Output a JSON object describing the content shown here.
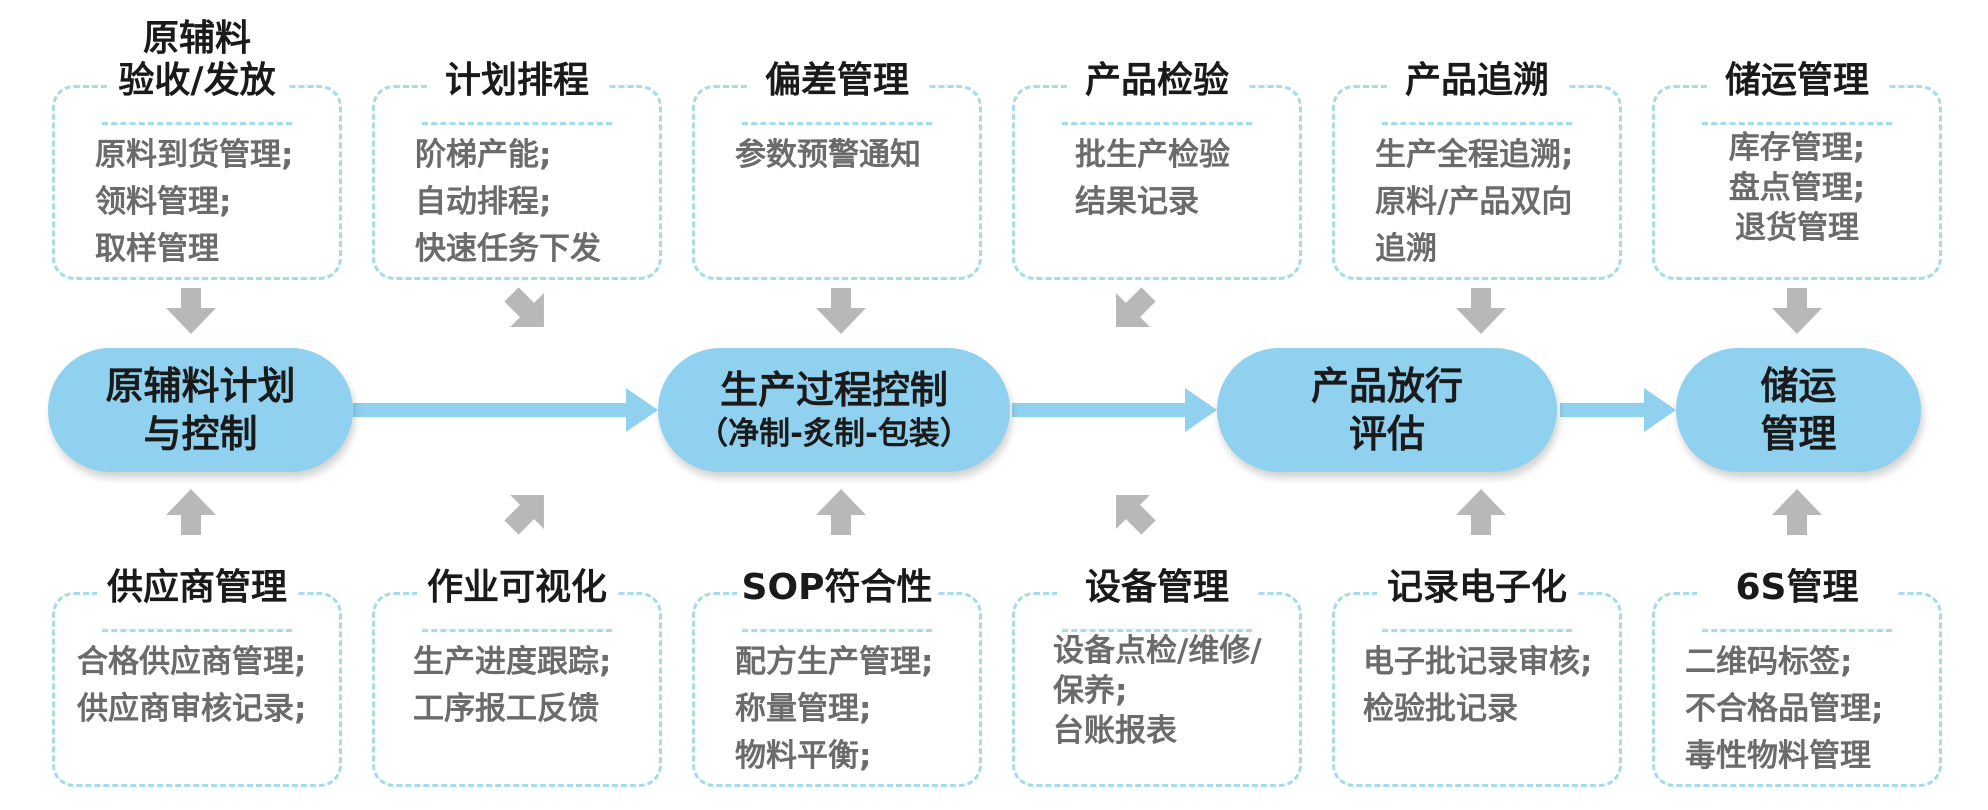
{
  "top_boxes": [
    {
      "title": [
        "原辅料",
        "验收/发放"
      ],
      "items": [
        "原料到货管理;",
        "领料管理;",
        "取样管理"
      ]
    },
    {
      "title": [
        "计划排程"
      ],
      "items": [
        "阶梯产能;",
        "自动排程;",
        "快速任务下发"
      ]
    },
    {
      "title": [
        "偏差管理"
      ],
      "items": [
        "参数预警通知"
      ]
    },
    {
      "title": [
        "产品检验"
      ],
      "items": [
        "批生产检验",
        "结果记录"
      ]
    },
    {
      "title": [
        "产品追溯"
      ],
      "items": [
        "生产全程追溯;",
        "原料/产品双向",
        "追溯"
      ]
    },
    {
      "title": [
        "储运管理"
      ],
      "items": [
        "库存管理;",
        "盘点管理;",
        "退货管理"
      ]
    }
  ],
  "bottom_boxes": [
    {
      "title": [
        "供应商管理"
      ],
      "items": [
        "合格供应商管理;",
        "供应商审核记录;"
      ]
    },
    {
      "title": [
        "作业可视化"
      ],
      "items": [
        "生产进度跟踪;",
        "工序报工反馈"
      ]
    },
    {
      "title": [
        "SOP符合性"
      ],
      "items": [
        "配方生产管理;",
        "称量管理;",
        "物料平衡;"
      ]
    },
    {
      "title": [
        "设备管理"
      ],
      "items": [
        "设备点检/维修/",
        "保养;",
        "台账报表"
      ]
    },
    {
      "title": [
        "记录电子化"
      ],
      "items": [
        "电子批记录审核;",
        "检验批记录"
      ]
    },
    {
      "title": [
        "6S管理"
      ],
      "items": [
        "二维码标签;",
        "不合格品管理;",
        "毒性物料管理"
      ]
    }
  ],
  "stages": [
    {
      "line1": "原辅料计划",
      "line2": "与控制"
    },
    {
      "line1": "生产过程控制",
      "line2": "（净制-炙制-包装）"
    },
    {
      "line1": "产品放行",
      "line2": "评估"
    },
    {
      "line1": "储运",
      "line2": "管理"
    }
  ],
  "colors": {
    "pill": "#8fd1ee",
    "flow_arrow": "#8fd1ee",
    "feed_arrow": "#b8b8b8",
    "dashed_border": "#a6dbea"
  }
}
